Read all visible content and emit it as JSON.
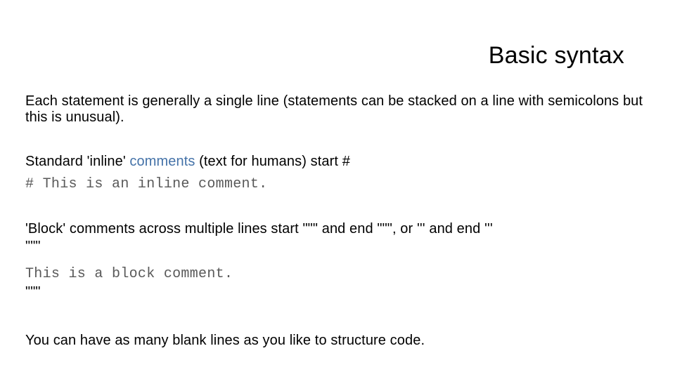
{
  "slide": {
    "title": "Basic syntax",
    "paragraph_1": "Each statement is generally a single line (statements can be stacked on a line with semicolons but this is unusual).",
    "paragraph_2_part_1": "Standard 'inline' ",
    "paragraph_2_accent": "comments",
    "paragraph_2_part_2": " (text for humans) start #",
    "code_inline_comment": "# This is an inline comment.",
    "paragraph_3": "'Block' comments across multiple lines start \"\"\" and end \"\"\", or ''' and end '''",
    "quote_open": "\"\"\"",
    "code_block_comment": "This is a block comment.",
    "quote_close": "\"\"\"",
    "paragraph_4": "You can have as many blank lines as you like to structure code.",
    "accent_color": "#4472a8",
    "mono_color": "#595959"
  }
}
